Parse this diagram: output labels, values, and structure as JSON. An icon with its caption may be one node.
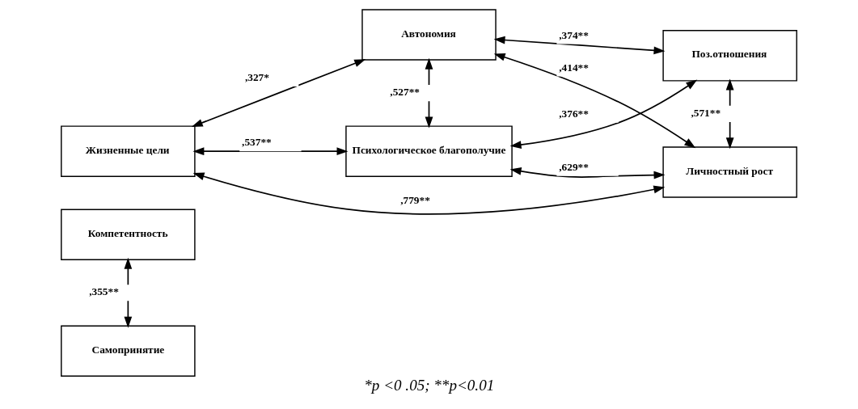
{
  "diagram": {
    "caption": "*p <0 .05; **p<0.01",
    "nodes": [
      {
        "text": [
          "Компетентность"
        ]
      },
      {
        "text": [
          "Самопринятие"
        ]
      },
      {
        "text": [
          "Автономия"
        ]
      },
      {
        "text": [
          "Поз.отношения"
        ]
      },
      {
        "text": [
          "Психологическое благополучие"
        ]
      },
      {
        "text": [
          "Жизненные цели"
        ]
      },
      {
        "text": [
          "Личностный рост"
        ]
      }
    ],
    "edges": [
      {
        "from": 0,
        "to": 1,
        "arrow": "both",
        "label": ",355**"
      },
      {
        "from": 2,
        "to": 3,
        "arrow": "both",
        "label": ",374**"
      },
      {
        "from": 2,
        "to": 4,
        "arrow": "both",
        "label": ",527**"
      },
      {
        "from": 2,
        "to": 6,
        "arrow": "both",
        "label": ",414**"
      },
      {
        "from": 2,
        "to": 5,
        "arrow": "both",
        "label": ",327*"
      },
      {
        "from": 4,
        "to": 3,
        "arrow": "both",
        "label": ",376**"
      },
      {
        "from": 5,
        "to": 4,
        "arrow": "both",
        "label": ",537**"
      },
      {
        "from": 4,
        "to": 6,
        "arrow": "both",
        "label": ",629**"
      },
      {
        "from": 3,
        "to": 6,
        "arrow": "both",
        "label": ",571**"
      },
      {
        "from": 5,
        "to": 6,
        "arrow": "both",
        "label": ",779**"
      }
    ]
  }
}
